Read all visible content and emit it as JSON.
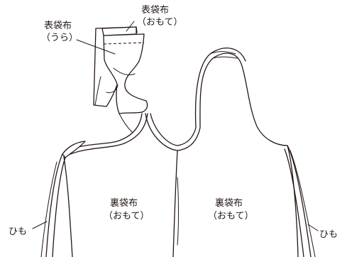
{
  "labels": {
    "outer_top_line1": "表袋布",
    "outer_top_line2": "（おもて）",
    "outer_back_line1": "表袋布",
    "outer_back_line2": "（うら）",
    "lining_left_line1": "裏袋布",
    "lining_left_line2": "（おもて）",
    "lining_right_line1": "裏袋布",
    "lining_right_line2": "（おもて）",
    "strap_left": "ひも",
    "strap_right": "ひも"
  }
}
